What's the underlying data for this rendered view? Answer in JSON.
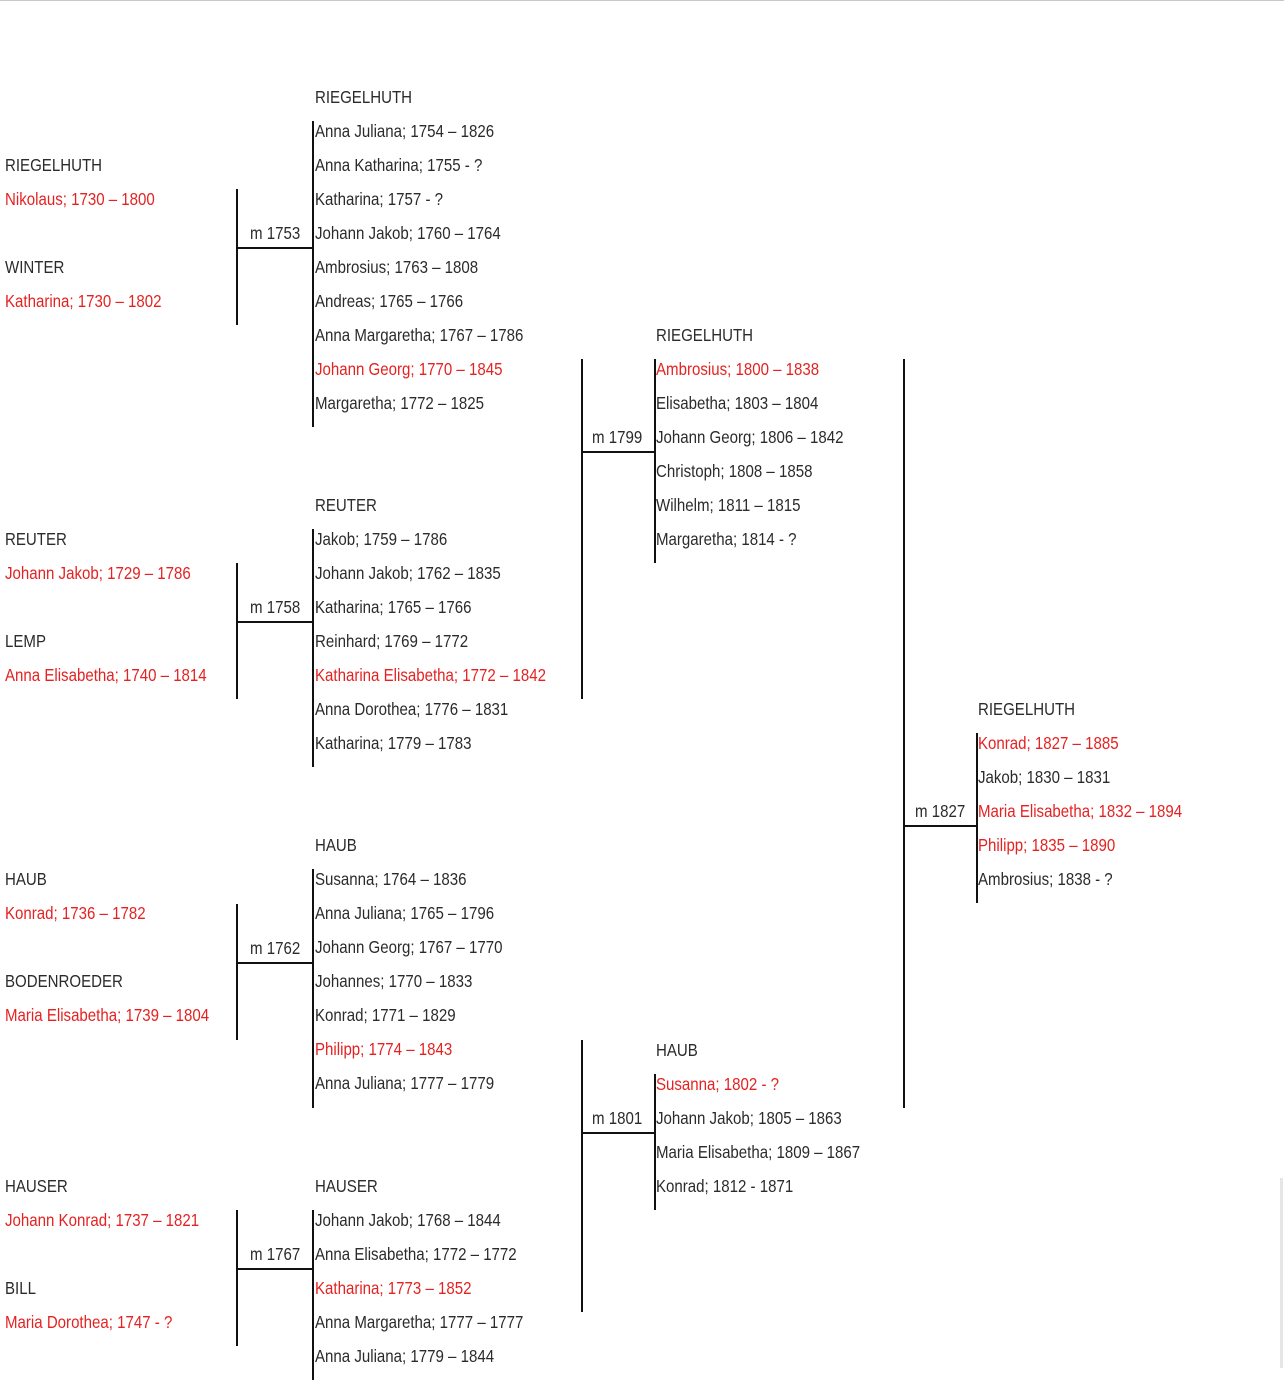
{
  "colors": {
    "highlight": "#e52222",
    "text": "#2b2b2b",
    "line": "#111111"
  },
  "couples": [
    {
      "id": "c1753",
      "marriage": "m 1753",
      "partners": [
        {
          "surname": "RIEGELHUTH",
          "name": "Nikolaus; 1730 – 1800",
          "highlight": true
        },
        {
          "surname": "WINTER",
          "name": "Katharina; 1730 – 1802",
          "highlight": true
        }
      ],
      "children_surname": "RIEGELHUTH",
      "children": [
        {
          "name": "Anna Juliana; 1754 – 1826",
          "highlight": false
        },
        {
          "name": "Anna Katharina; 1755 - ?",
          "highlight": false
        },
        {
          "name": "Katharina; 1757 - ?",
          "highlight": false
        },
        {
          "name": "Johann Jakob; 1760 – 1764",
          "highlight": false
        },
        {
          "name": "Ambrosius; 1763 – 1808",
          "highlight": false
        },
        {
          "name": "Andreas; 1765 – 1766",
          "highlight": false
        },
        {
          "name": "Anna Margaretha; 1767 – 1786",
          "highlight": false
        },
        {
          "name": "Johann Georg; 1770 – 1845",
          "highlight": true
        },
        {
          "name": "Margaretha; 1772 – 1825",
          "highlight": false
        }
      ]
    },
    {
      "id": "c1758",
      "marriage": "m 1758",
      "partners": [
        {
          "surname": "REUTER",
          "name": "Johann Jakob; 1729 – 1786",
          "highlight": true
        },
        {
          "surname": "LEMP",
          "name": "Anna Elisabetha; 1740 – 1814",
          "highlight": true
        }
      ],
      "children_surname": "REUTER",
      "children": [
        {
          "name": "Jakob; 1759 – 1786",
          "highlight": false
        },
        {
          "name": "Johann Jakob; 1762 – 1835",
          "highlight": false
        },
        {
          "name": "Katharina; 1765 – 1766",
          "highlight": false
        },
        {
          "name": "Reinhard; 1769 – 1772",
          "highlight": false
        },
        {
          "name": "Katharina Elisabetha; 1772 – 1842",
          "highlight": true
        },
        {
          "name": "Anna Dorothea; 1776 – 1831",
          "highlight": false
        },
        {
          "name": "Katharina; 1779 – 1783",
          "highlight": false
        }
      ]
    },
    {
      "id": "c1762",
      "marriage": "m 1762",
      "partners": [
        {
          "surname": "HAUB",
          "name": "Konrad; 1736 – 1782",
          "highlight": true
        },
        {
          "surname": "BODENROEDER",
          "name": "Maria Elisabetha; 1739 – 1804",
          "highlight": true
        }
      ],
      "children_surname": "HAUB",
      "children": [
        {
          "name": "Susanna; 1764 – 1836",
          "highlight": false
        },
        {
          "name": "Anna Juliana; 1765 – 1796",
          "highlight": false
        },
        {
          "name": "Johann Georg; 1767 – 1770",
          "highlight": false
        },
        {
          "name": "Johannes; 1770 – 1833",
          "highlight": false
        },
        {
          "name": "Konrad; 1771 – 1829",
          "highlight": false
        },
        {
          "name": "Philipp; 1774 – 1843",
          "highlight": true
        },
        {
          "name": "Anna Juliana; 1777 – 1779",
          "highlight": false
        }
      ]
    },
    {
      "id": "c1767",
      "marriage": "m 1767",
      "partners": [
        {
          "surname": "HAUSER",
          "name": "Johann Konrad; 1737 – 1821",
          "highlight": true
        },
        {
          "surname": "BILL",
          "name": "Maria Dorothea; 1747 - ?",
          "highlight": true
        }
      ],
      "children_surname": "HAUSER",
      "children": [
        {
          "name": "Johann Jakob; 1768 – 1844",
          "highlight": false
        },
        {
          "name": "Anna Elisabetha; 1772 – 1772",
          "highlight": false
        },
        {
          "name": "Katharina; 1773 – 1852",
          "highlight": true
        },
        {
          "name": "Anna Margaretha; 1777 – 1777",
          "highlight": false
        },
        {
          "name": "Anna Juliana; 1779 – 1844",
          "highlight": false
        }
      ]
    },
    {
      "id": "c1799",
      "marriage": "m 1799",
      "children_surname": "RIEGELHUTH",
      "children": [
        {
          "name": "Ambrosius; 1800 – 1838",
          "highlight": true
        },
        {
          "name": "Elisabetha; 1803 – 1804",
          "highlight": false
        },
        {
          "name": "Johann Georg; 1806 – 1842",
          "highlight": false
        },
        {
          "name": "Christoph; 1808 – 1858",
          "highlight": false
        },
        {
          "name": "Wilhelm; 1811 – 1815",
          "highlight": false
        },
        {
          "name": "Margaretha; 1814 - ?",
          "highlight": false
        }
      ]
    },
    {
      "id": "c1801",
      "marriage": "m 1801",
      "children_surname": "HAUB",
      "children": [
        {
          "name": "Susanna; 1802 - ?",
          "highlight": true
        },
        {
          "name": "Johann Jakob; 1805 – 1863",
          "highlight": false
        },
        {
          "name": "Maria Elisabetha; 1809 – 1867",
          "highlight": false
        },
        {
          "name": "Konrad; 1812 - 1871",
          "highlight": false
        }
      ]
    },
    {
      "id": "c1827",
      "marriage": "m 1827",
      "children_surname": "RIEGELHUTH",
      "children": [
        {
          "name": "Konrad; 1827 – 1885",
          "highlight": true
        },
        {
          "name": "Jakob; 1830 – 1831",
          "highlight": false
        },
        {
          "name": "Maria Elisabetha; 1832 – 1894",
          "highlight": true
        },
        {
          "name": "Philipp; 1835 – 1890",
          "highlight": true
        },
        {
          "name": "Ambrosius; 1838 - ?",
          "highlight": false
        }
      ]
    }
  ]
}
